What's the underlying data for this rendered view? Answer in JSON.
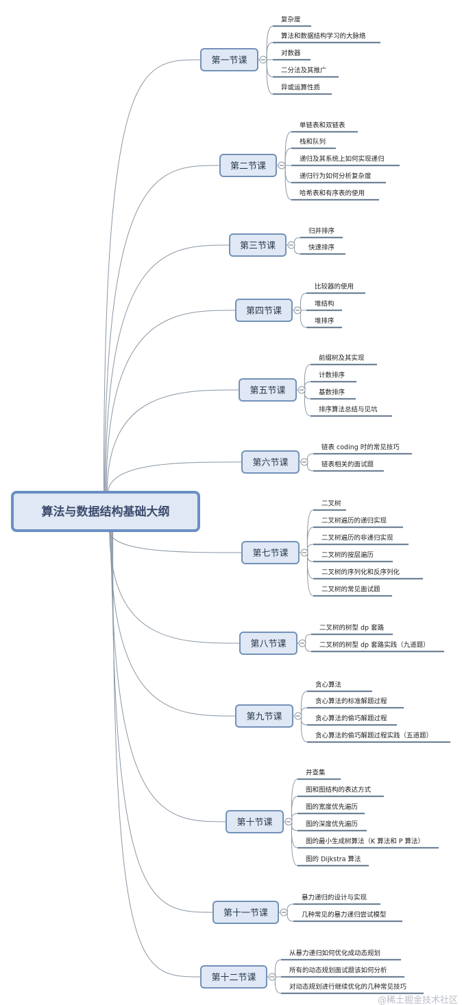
{
  "root": {
    "label": "算法与数据结构基础大纲"
  },
  "colors": {
    "box_fill": "#dfe8f4",
    "box_border": "#7391b8",
    "root_border": "#6a8fc3",
    "branch": "#8a96a4",
    "underline": "#6f8297"
  },
  "topics": [
    {
      "label": "第一节课",
      "children": [
        "复杂度",
        "算法和数据结构学习的大脉络",
        "对数器",
        "二分法及其推广",
        "异或运算性质"
      ]
    },
    {
      "label": "第二节课",
      "children": [
        "单链表和双链表",
        "栈和队列",
        "递归及其系统上如何实现递归",
        "递归行为如何分析复杂度",
        "哈希表和有序表的使用"
      ]
    },
    {
      "label": "第三节课",
      "children": [
        "归并排序",
        "快速排序"
      ]
    },
    {
      "label": "第四节课",
      "children": [
        "比较器的使用",
        "堆结构",
        "堆排序"
      ]
    },
    {
      "label": "第五节课",
      "children": [
        "前缀树及其实现",
        "计数排序",
        "基数排序",
        "排序算法总结与见坑"
      ]
    },
    {
      "label": "第六节课",
      "children": [
        "链表 coding 时的常见技巧",
        "链表相关的面试题"
      ]
    },
    {
      "label": "第七节课",
      "children": [
        "二叉树",
        "二叉树遍历的递归实现",
        "二叉树遍历的非递归实现",
        "二叉树的按层遍历",
        "二叉树的序列化和反序列化",
        "二叉树的常见面试题"
      ]
    },
    {
      "label": "第八节课",
      "children": [
        "二叉树的树型 dp 套路",
        "二叉树的树型 dp 套路实践（九道题）"
      ]
    },
    {
      "label": "第九节课",
      "children": [
        "贪心算法",
        "贪心算法的标准解题过程",
        "贪心算法的偷巧解题过程",
        "贪心算法的偷巧解题过程实践（五道题）"
      ]
    },
    {
      "label": "第十节课",
      "children": [
        "并查集",
        "图和图结构的表达方式",
        "图的宽度优先遍历",
        "图的深度优先遍历",
        "图的最小生成树算法（K 算法和 P 算法）",
        "图的 Dijkstra 算法"
      ]
    },
    {
      "label": "第十一节课",
      "children": [
        "暴力递归的设计与实现",
        "几种常见的暴力递归尝试模型"
      ]
    },
    {
      "label": "第十二节课",
      "children": [
        "从暴力递归如何优化成动态规划",
        "所有的动态规划面试题该如何分析",
        "对动态规划进行继续优化的几种常见技巧"
      ]
    }
  ],
  "watermark": "@稀土掘金技术社区"
}
